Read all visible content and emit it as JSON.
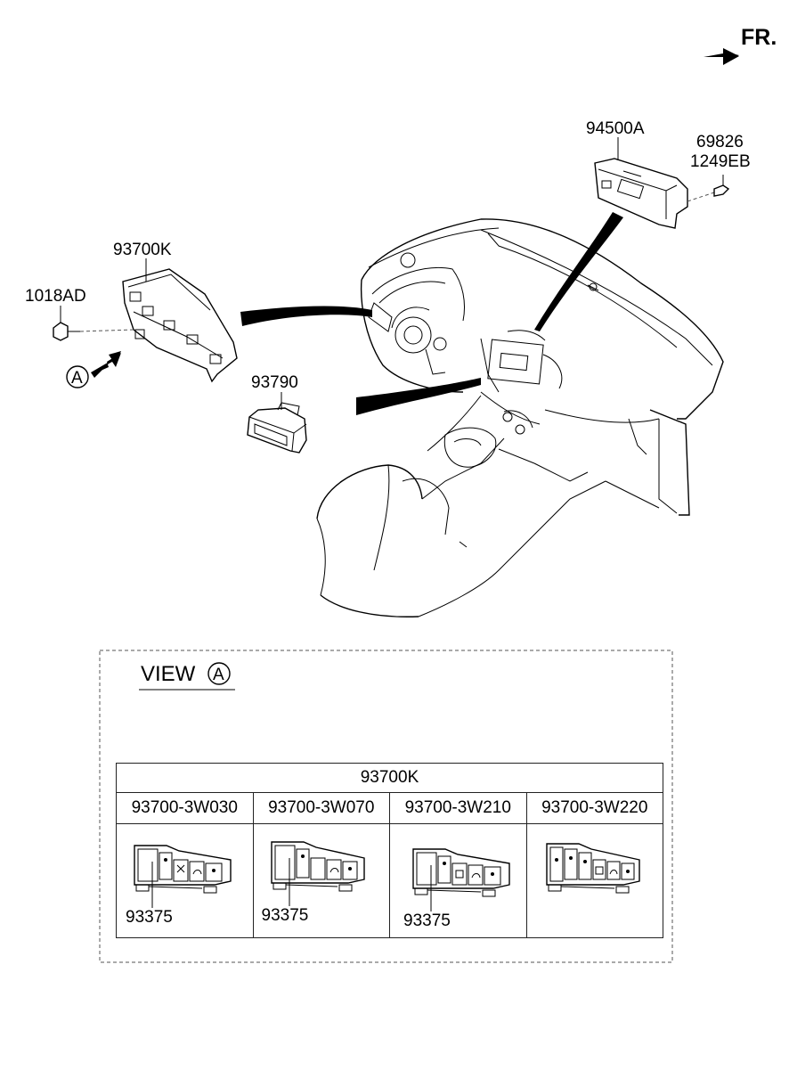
{
  "direction_label": "FR.",
  "callouts": {
    "module": "94500A",
    "screw_1": "69826",
    "screw_2": "1249EB",
    "switch_assembly": "93700K",
    "bolt": "1018AD",
    "view_marker": "A",
    "switch": "93790"
  },
  "view": {
    "title": "VIEW",
    "marker": "A"
  },
  "table": {
    "header": "93700K",
    "columns": [
      "93700-3W030",
      "93700-3W070",
      "93700-3W210",
      "93700-3W220"
    ],
    "sub_labels": [
      "93375",
      "93375",
      "93375",
      ""
    ]
  },
  "icons": [
    "fr-arrow-icon",
    "view-a-arrow-icon",
    "circle-a-icon"
  ]
}
